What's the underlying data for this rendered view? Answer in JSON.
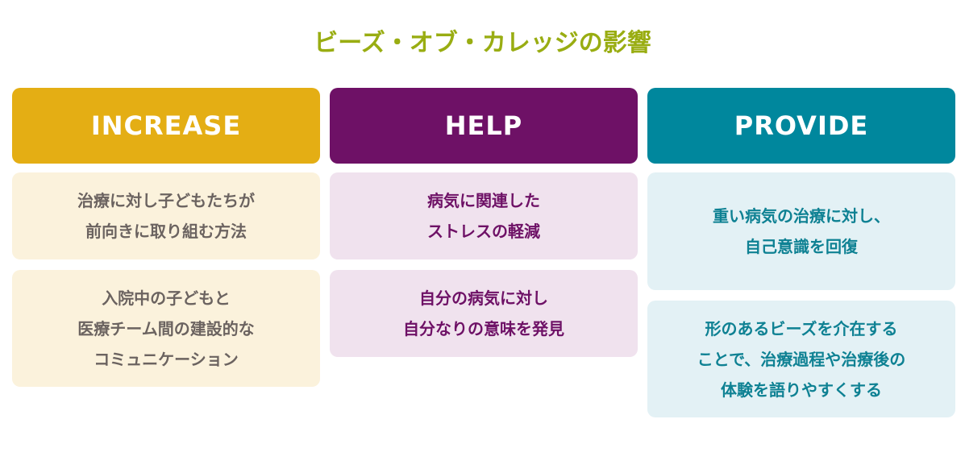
{
  "title": "ビーズ・オブ・カレッジの影響",
  "colors": {
    "title": "#99ad12",
    "increase": "#e4ae14",
    "help": "#6e1166",
    "provide": "#00879d"
  },
  "columns": [
    {
      "heading": "INCREASE",
      "cards": [
        {
          "lines": [
            "治療に対し子どもたちが",
            "前向きに取り組む方法"
          ]
        },
        {
          "lines": [
            "入院中の子どもと",
            "医療チーム間の建設的な",
            "コミュニケーション"
          ]
        }
      ]
    },
    {
      "heading": "HELP",
      "cards": [
        {
          "lines": [
            "病気に関連した",
            "ストレスの軽減"
          ]
        },
        {
          "lines": [
            "自分の病気に対し",
            "自分なりの意味を発見"
          ]
        }
      ]
    },
    {
      "heading": "PROVIDE",
      "cards": [
        {
          "lines": [
            "重い病気の治療に対し、",
            "自己意識を回復"
          ]
        },
        {
          "lines": [
            "形のあるビーズを介在する",
            "ことで、治療過程や治療後の",
            "体験を語りやすくする"
          ]
        }
      ]
    }
  ]
}
